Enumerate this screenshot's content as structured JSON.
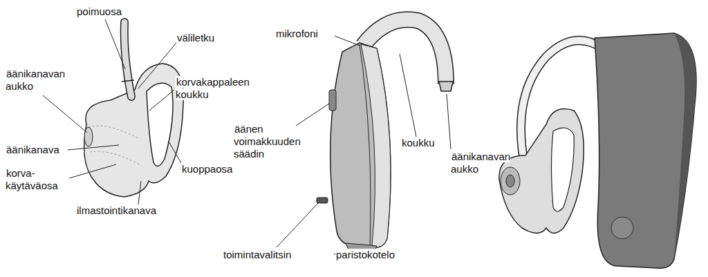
{
  "diagram": {
    "labels": [
      "poimuosa",
      "väliletku",
      "äänikanavan aukko",
      "korvakappaleen koukku",
      "äänikanava",
      "korva- käytäväosa",
      "kuoppaosa",
      "ilmastointikanava",
      "mikrofoni",
      "äänen voimakkuuden säädin",
      "koukku",
      "äänikanavan aukko",
      "toimintavalitsin",
      "paristokotelo"
    ]
  }
}
